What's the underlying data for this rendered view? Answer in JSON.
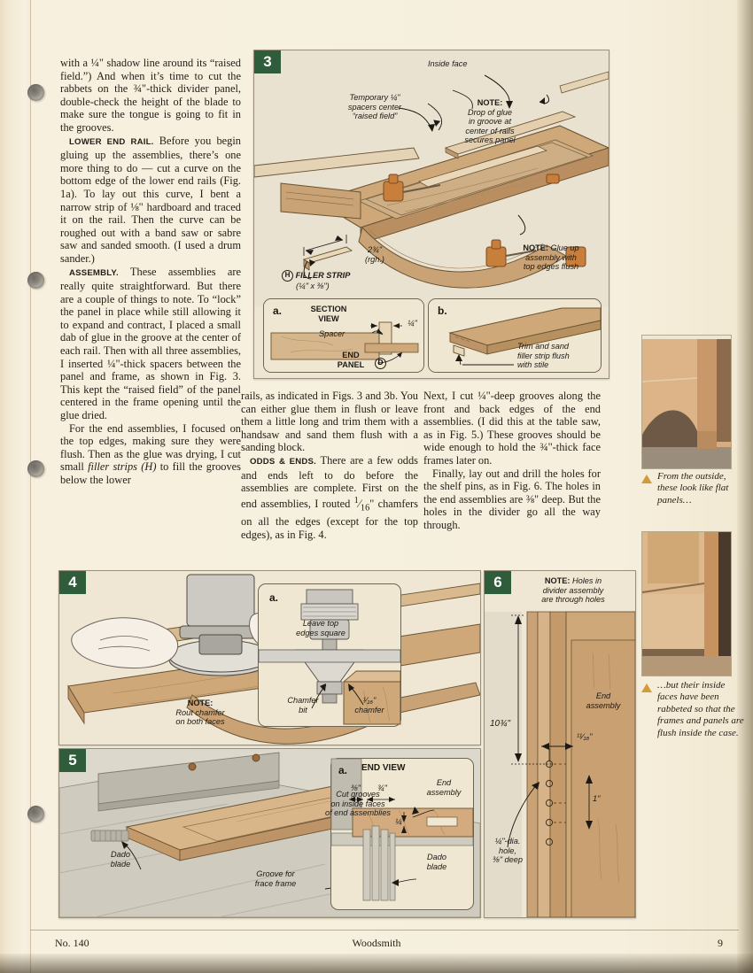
{
  "meta": {
    "publication": "Woodsmith",
    "issue": "No. 140",
    "page_number": "9"
  },
  "colors": {
    "paper": "#f6eedc",
    "fig_badge_green": "#2f5c3a",
    "wood_light": "#d8b68a",
    "wood_mid": "#c49a६b",
    "caption_arrow": "#d39a3c"
  },
  "article": {
    "column1": [
      "with a ¼\" shadow line around its “raised field.”) And when it’s time to cut the rabbets on the ¾\"-thick divider panel, double-check the height of the blade to make sure the tongue is going to fit in the grooves.",
      "LOWER END RAIL. Before you begin gluing up the assemblies, there’s one more thing to do — cut a curve on the bottom edge of the lower end rails (Fig. 1a). To lay out this curve, I bent a narrow strip of ⅛\" hardboard and traced it on the rail. Then the curve can be roughed out with a band saw or sabre saw and sanded smooth. (I used a drum sander.)",
      "ASSEMBLY. These assemblies are really quite straightforward. But there are a couple of things to note. To “lock” the panel in place while still allowing it to expand and contract, I placed a small dab of glue in the groove at the center of each rail. Then with all three assemblies, I inserted ¼\"-thick spacers between the panel and frame, as shown in Fig. 3. This kept the “raised field” of the panel centered in the frame opening until the glue dried.",
      "For the end assemblies, I focused on the top edges, making sure they were flush. Then as the glue was drying, I cut small filler strips (H) to fill the grooves below the lower"
    ],
    "column1_headings": [
      "LOWER END RAIL.",
      "ASSEMBLY."
    ],
    "column2": [
      "rails, as indicated in Figs. 3 and 3b. You can either glue them in flush or leave them a little long and trim them with a handsaw and sand them flush with a sanding block.",
      "ODDS & ENDS. There are a few odds and ends left to do before the assemblies are complete. First on the end assemblies, I routed ¹⁄₁₆\" chamfers on all the edges (except for the top edges), as in Fig. 4."
    ],
    "column2_headings": [
      "ODDS & ENDS."
    ],
    "column3": [
      "Next, I cut ¼\"-deep grooves along the front and back edges of the end assemblies. (I did this at the table saw, as in Fig. 5.) These grooves should be wide enough to hold the ¾\"-thick face frames later on.",
      "Finally, lay out and drill the holes for the shelf pins, as in Fig. 6. The holes in the end assemblies are ⅜\" deep. But the holes in the divider go all the way through."
    ]
  },
  "figures": {
    "fig3": {
      "number": "3",
      "labels": {
        "inside_face": "Inside face",
        "temporary_spacers": "Temporary ¼\"\nspacers center\n“raised field”",
        "note_glue": "NOTE:\nDrop of glue\nin groove at\ncenter of rails\nsecures panel",
        "note_flush": "NOTE: Glue up\nassembly with\ntop edges flush",
        "dim_rough": "2¾\"\n(rgh.)",
        "filler_strip_key": "H",
        "filler_strip": "FILLER STRIP",
        "filler_strip_dims": "(¼\" x ⅜\")"
      },
      "sub_a": {
        "letter": "a.",
        "title": "SECTION\nVIEW",
        "spacer": "Spacer",
        "dim": "¼\"",
        "end_panel": "END\nPANEL",
        "end_panel_key": "D"
      },
      "sub_b": {
        "letter": "b.",
        "caption": "Trim and sand\nfiller strip flush\nwith stile"
      }
    },
    "fig4": {
      "number": "4",
      "labels": {
        "leave_top": "Leave top\nedges square",
        "note": "NOTE:\nRout chamfer\non both faces"
      },
      "sub_a": {
        "letter": "a.",
        "chamfer_bit": "Chamfer\nbit",
        "chamfer_dim": "¹⁄₁₆\"\nchamfer"
      }
    },
    "fig5": {
      "number": "5",
      "labels": {
        "cut_grooves": "Cut grooves\non inside faces\nof end assemblies",
        "dado_blade": "Dado\nblade",
        "groove_for": "Groove for\nfrace frame"
      },
      "sub_a": {
        "letter": "a.",
        "title": "END VIEW",
        "end_assembly": "End\nassembly",
        "dim_38": "⅜\"",
        "dim_34": "¾\"",
        "dim_14": "¼\"",
        "dado_blade": "Dado\nblade"
      }
    },
    "fig6": {
      "number": "6",
      "labels": {
        "note": "NOTE: Holes in\ndivider assembly\nare through holes",
        "dim_height": "10¾\"",
        "end_assembly": "End\nassembly",
        "dim_1116": "¹¹⁄₁₆\"",
        "dim_1in": "1\"",
        "hole_spec": "¼\"-dia.\nhole,\n⅜\" deep"
      }
    }
  },
  "photos": [
    {
      "name": "outside-view",
      "caption": "From the outside, these look like flat panels…"
    },
    {
      "name": "inside-view",
      "caption": "…but their inside faces have been rabbeted so that the frames and panels are flush inside the case."
    }
  ]
}
